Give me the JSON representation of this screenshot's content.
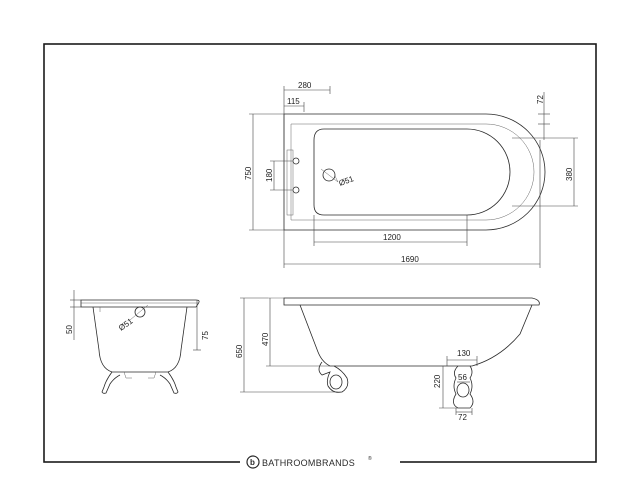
{
  "brand": {
    "name": "BATHROOMBRANDS",
    "mark": "®",
    "logo_letter": "b"
  },
  "plan_view": {
    "dims": {
      "tap_offset": "280",
      "waste_offset": "115",
      "rim_top": "72",
      "width": "750",
      "tap_spacing": "180",
      "waste_dia": "Ø51",
      "inner_width": "380",
      "inner_length": "1200",
      "length": "1690"
    }
  },
  "end_view": {
    "dims": {
      "rim": "50",
      "waste_dia": "Ø51",
      "depth": "75"
    }
  },
  "side_view": {
    "dims": {
      "height": "650",
      "bath_depth": "470",
      "foot_length": "130",
      "foot_height": "220",
      "foot_width": "56",
      "foot_base": "72"
    }
  }
}
